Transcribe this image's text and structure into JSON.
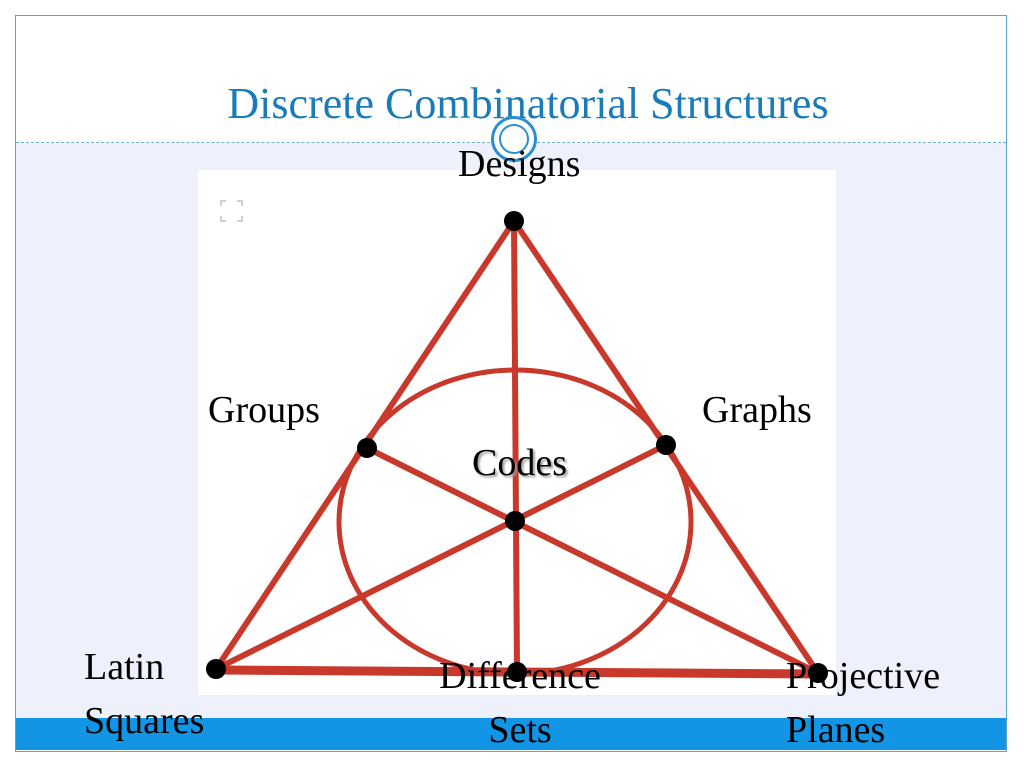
{
  "slide": {
    "title": "Discrete Combinatorial Structures"
  },
  "diagram": {
    "labels": {
      "top": "Designs",
      "left_mid": "Groups",
      "right_mid": "Graphs",
      "center": "Codes",
      "bottom_left_line1": "Latin",
      "bottom_left_line2": "Squares",
      "bottom_mid_line1": "Difference",
      "bottom_mid_line2": "Sets",
      "bottom_right_line1": "Projective",
      "bottom_right_line2": "Planes"
    },
    "colors": {
      "lines": "#c8382b",
      "points": "#000000",
      "title": "#1a7bb9",
      "accent_bar": "#1195e4"
    }
  }
}
